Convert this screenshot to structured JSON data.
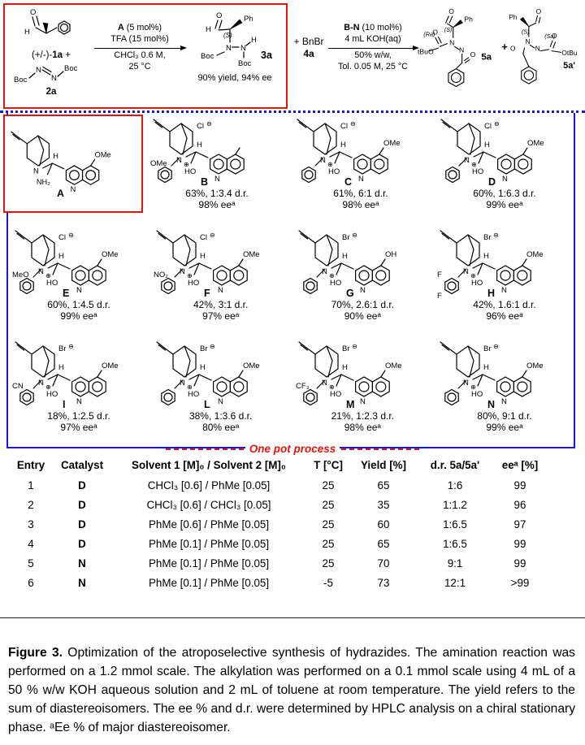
{
  "symbols": {
    "n": "N",
    "h": "H",
    "ho": "HO",
    "plus_circle": "⊕",
    "minus_circle": "⊖"
  },
  "scheme": {
    "substrate": {
      "o": "O",
      "h": "H",
      "prefix": "(+/-)-",
      "label": "1a",
      "plus": "+"
    },
    "azo": {
      "boc_left": "Boc",
      "n1": "N",
      "n2": "N",
      "boc_right": "Boc",
      "label": "2a"
    },
    "step1": {
      "catalyst": "A",
      "catalyst_rest": " (5 mol%)",
      "line2": "TFA (15 mol%)",
      "line3": "CHCl₃ 0.6 M,",
      "line4": "25 °C"
    },
    "p3a": {
      "o": "O",
      "h": "H",
      "s": "(S)",
      "ph": "Ph",
      "boc1": "Boc",
      "n1": "N",
      "n2": "N",
      "h2": "H",
      "boc2": "Boc",
      "label": "3a",
      "result": "90% yield, 94% ee"
    },
    "bnbr": {
      "text": "+ BnBr",
      "label": "4a"
    },
    "step2": {
      "catalyst": "B-N",
      "catalyst_rest": " (10 mol%)",
      "line2": "4 mL KOH(aq)",
      "line3": "50% w/w,",
      "line4": "Tol. 0.05 M, 25 °C"
    },
    "p5a": {
      "o1": "O",
      "ph": "Ph",
      "s": "(S)",
      "ra": "(Ra)",
      "n1": "N",
      "n2": "N",
      "o2": "O",
      "tbuo": "tBuO",
      "o3": "O",
      "label": "5a"
    },
    "plus_between": "+",
    "p5a2": {
      "ph": "Ph",
      "o1": "O",
      "s": "(S)",
      "sa": "(Sa)",
      "n1": "N",
      "n2": "N",
      "o2": "O",
      "otbu": "OtBu",
      "o3": "O",
      "label": "5a'"
    }
  },
  "catalysts": [
    {
      "letter": "A",
      "quinoline_sub": "OMe",
      "amine": "NH₂"
    },
    {
      "letter": "B",
      "anion": "Cl",
      "quinoline_sub": "",
      "benzyl_sub": "OMe",
      "benzyl_sub2": "",
      "result1": "63%, 1:3.4 d.r.",
      "result2": "98% eeᵃ"
    },
    {
      "letter": "C",
      "anion": "Cl",
      "quinoline_sub": "OMe",
      "benzyl_sub": "",
      "benzyl_sub2": "",
      "result1": "61%, 6:1 d.r.",
      "result2": "98% eeᵃ"
    },
    {
      "letter": "D",
      "anion": "Cl",
      "quinoline_sub": "OMe",
      "benzyl_sub": "",
      "benzyl_sub2": "",
      "result1": "60%, 1:6.3 d.r.",
      "result2": "99% eeᵃ"
    },
    {
      "letter": "E",
      "anion": "Cl",
      "quinoline_sub": "OMe",
      "benzyl_sub": "MeO",
      "benzyl_sub2": "",
      "result1": "60%, 1:4.5 d.r.",
      "result2": "99% eeᵃ"
    },
    {
      "letter": "F",
      "anion": "Cl",
      "quinoline_sub": "OMe",
      "benzyl_sub": "NO₂",
      "benzyl_sub2": "",
      "result1": "42%, 3:1 d.r.",
      "result2": "97% eeᵃ"
    },
    {
      "letter": "G",
      "anion": "Br",
      "quinoline_sub": "OH",
      "benzyl_sub": "",
      "benzyl_sub2": "",
      "result1": "70%, 2.6:1 d.r.",
      "result2": "90% eeᵃ"
    },
    {
      "letter": "H",
      "anion": "Br",
      "quinoline_sub": "OMe",
      "benzyl_sub": "F",
      "benzyl_sub2": "F",
      "result1": "42%, 1.6:1 d.r.",
      "result2": "96% eeᵃ"
    },
    {
      "letter": "I",
      "anion": "Br",
      "quinoline_sub": "OMe",
      "benzyl_sub": "CN",
      "benzyl_sub2": "",
      "result1": "18%, 1:2.5 d.r.",
      "result2": "97% eeᵃ"
    },
    {
      "letter": "L",
      "anion": "Br",
      "quinoline_sub": "OMe",
      "benzyl_sub": "",
      "benzyl_sub2": "",
      "result1": "38%, 1:3.6 d.r.",
      "result2": "80% eeᵃ"
    },
    {
      "letter": "M",
      "anion": "Br",
      "quinoline_sub": "OMe",
      "benzyl_sub": "CF₃",
      "benzyl_sub2": "",
      "result1": "21%, 1:2.3 d.r.",
      "result2": "98% eeᵃ"
    },
    {
      "letter": "N",
      "anion": "Br",
      "quinoline_sub": "OMe",
      "benzyl_sub": "",
      "benzyl_sub2": "",
      "result1": "80%, 9:1 d.r.",
      "result2": "99% eeᵃ"
    }
  ],
  "one_pot_label": "One pot process",
  "table": {
    "headers": [
      "Entry",
      "Catalyst",
      "Solvent 1 [M]₀ / Solvent 2 [M]₀",
      "T [°C]",
      "Yield [%]",
      "d.r. 5a/5a'",
      "eeᵃ [%]"
    ],
    "rows": [
      [
        "1",
        "D",
        "CHCl₃ [0.6] / PhMe [0.05]",
        "25",
        "65",
        "1:6",
        "99"
      ],
      [
        "2",
        "D",
        "CHCl₃ [0.6] / CHCl₃ [0.05]",
        "25",
        "35",
        "1:1.2",
        "96"
      ],
      [
        "3",
        "D",
        "PhMe [0.6] / PhMe [0.05]",
        "25",
        "60",
        "1:6.5",
        "97"
      ],
      [
        "4",
        "D",
        "PhMe [0.1] / PhMe [0.05]",
        "25",
        "65",
        "1:6.5",
        "99"
      ],
      [
        "5",
        "N",
        "PhMe [0.1] / PhMe [0.05]",
        "25",
        "70",
        "9:1",
        "99"
      ],
      [
        "6",
        "N",
        "PhMe [0.1] / PhMe [0.05]",
        "-5",
        "73",
        "12:1",
        ">99"
      ]
    ]
  },
  "caption": {
    "label": "Figure 3.",
    "body": " Optimization of the atroposelective synthesis of hydrazides. The amination reaction was performed on a 1.2 mmol scale. The alkylation was performed on a 0.1 mmol scale using 4 mL of a 50 % w/w KOH aqueous solution and 2 mL of toluene at room temperature. The yield refers to the sum of diastereoisomers. The ee % and d.r. were determined by HPLC analysis on a chiral stationary phase. ᵃEe % of major diastereoisomer."
  }
}
